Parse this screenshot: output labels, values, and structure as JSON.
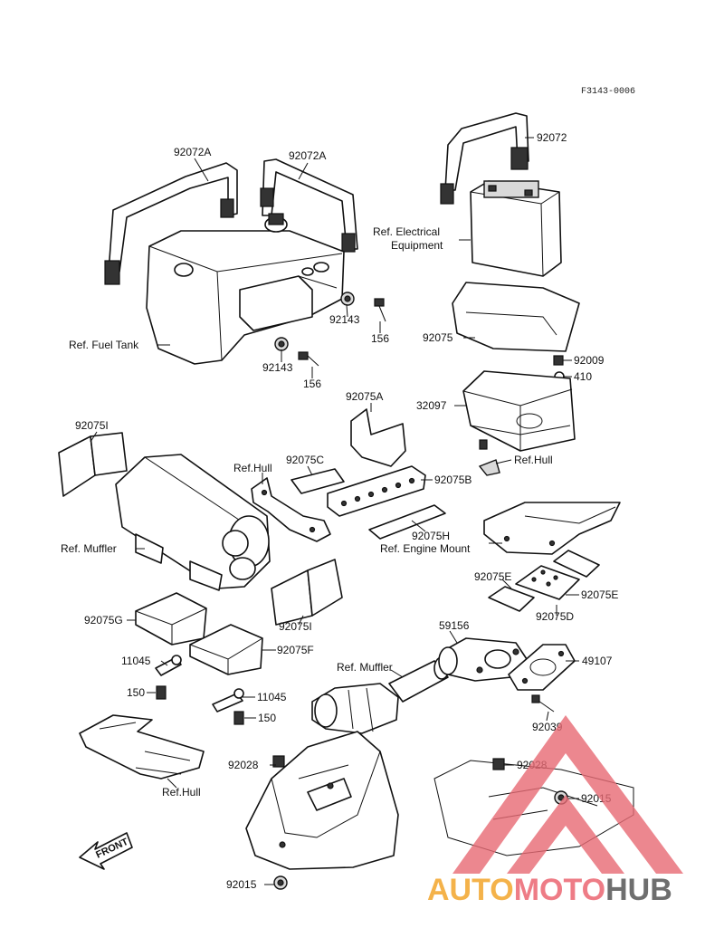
{
  "figure_code": "F3143-0006",
  "labels": {
    "l_92072A_left": "92072A",
    "l_92072A_right": "92072A",
    "l_92072": "92072",
    "l_ref_electrical": "Ref. Electrical",
    "l_equipment": "Equipment",
    "l_92143_a": "92143",
    "l_156_a": "156",
    "l_ref_fuel_tank": "Ref. Fuel Tank",
    "l_92143_b": "92143",
    "l_156_b": "156",
    "l_92075_top": "92075",
    "l_92009": "92009",
    "l_410": "410",
    "l_32097": "32097",
    "l_92075A": "92075A",
    "l_ref_hull_a": "Ref.Hull",
    "l_92075I_a": "92075I",
    "l_92075C": "92075C",
    "l_ref_hull_b": "Ref.Hull",
    "l_92075B": "92075B",
    "l_92075H": "92075H",
    "l_ref_engine_mount": "Ref. Engine Mount",
    "l_ref_muffler_a": "Ref. Muffler",
    "l_92075E_a": "92075E",
    "l_92075E_b": "92075E",
    "l_92075D": "92075D",
    "l_92075G": "92075G",
    "l_92075I_b": "92075I",
    "l_59156": "59156",
    "l_49107": "49107",
    "l_11045_a": "11045",
    "l_92075F": "92075F",
    "l_ref_muffler_b": "Ref. Muffler",
    "l_150_a": "150",
    "l_11045_b": "11045",
    "l_150_b": "150",
    "l_92039": "92039",
    "l_92028_a": "92028",
    "l_92028_b": "92028",
    "l_ref_hull_c": "Ref.Hull",
    "l_92015_a": "92015",
    "l_92015_b": "92015",
    "l_front": "FRONT"
  },
  "watermark": {
    "part1": "AUTO",
    "part2": "MOTO",
    "part3": "HUB",
    "color1": "#f4b24a",
    "color2": "#ee7c86",
    "color3": "#6e6e6e",
    "triangle_color": "#e86a74"
  }
}
